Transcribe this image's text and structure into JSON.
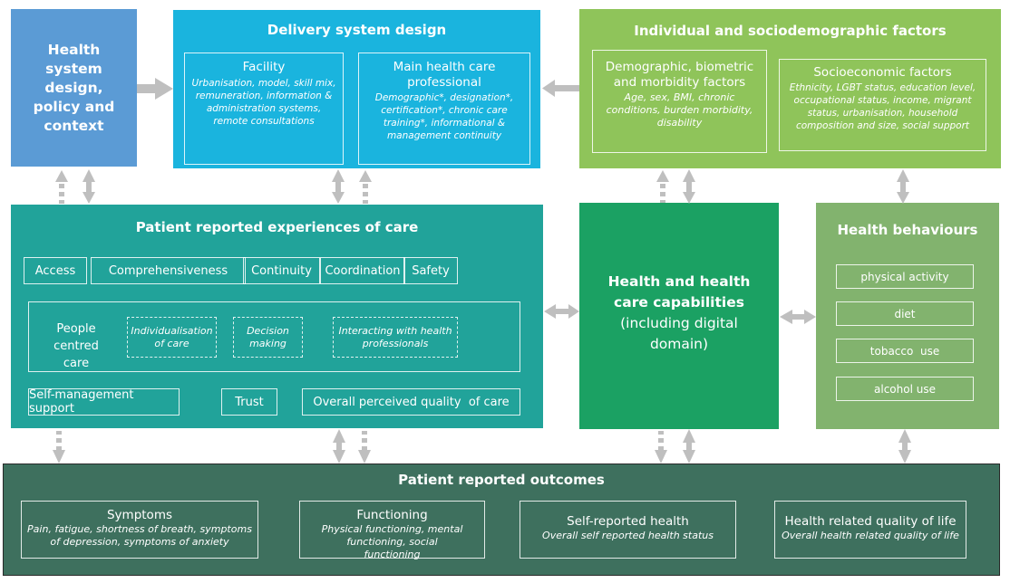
{
  "colors": {
    "health_system": "#5b9bd5",
    "delivery_system": "#1ab4de",
    "individual_factors": "#8fc45a",
    "experiences": "#21a39a",
    "capabilities": "#1ba163",
    "behaviours": "#82b36e",
    "outcomes": "#3e705e",
    "arrow": "#bfbfbf"
  },
  "health_system": {
    "title": "Health system design, policy and context"
  },
  "delivery_system": {
    "title": "Delivery system design",
    "facility": {
      "heading": "Facility",
      "description": "Urbanisation, model, skill mix, remuneration, information & administration systems, remote consultations"
    },
    "professional": {
      "heading": "Main health care professional",
      "description": "Demographic*, designation*, certification*, chronic care training*, informational & management continuity"
    }
  },
  "individual_factors": {
    "title": "Individual and sociodemographic factors",
    "demographic": {
      "heading": "Demographic, biometric and morbidity factors",
      "description": "Age, sex, BMI, chronic conditions, burden morbidity, disability"
    },
    "socioeconomic": {
      "heading": "Socioeconomic factors",
      "description": "Ethnicity, LGBT status, education level, occupational status, income, migrant status, urbanisation, household composition and size, social support"
    }
  },
  "experiences": {
    "title": "Patient reported experiences of care",
    "row1": [
      "Access",
      "Comprehensiveness",
      "Continuity",
      "Coordination",
      "Safety"
    ],
    "people_centred": {
      "label": "People centred care",
      "items": [
        "Individualisation of care",
        "Decision making",
        "Interacting with health professionals"
      ]
    },
    "row3": [
      "Self-management support",
      "Trust",
      "Overall perceived quality  of care"
    ]
  },
  "capabilities": {
    "title_bold": "Health and health care capabilities",
    "title_normal": "(including digital domain)"
  },
  "behaviours": {
    "title": "Health behaviours",
    "items": [
      "physical activity",
      "diet",
      "tobacco  use",
      "alcohol use"
    ]
  },
  "outcomes": {
    "title": "Patient reported outcomes",
    "items": [
      {
        "heading": "Symptoms",
        "description": "Pain, fatigue, shortness of breath, symptoms of depression, symptoms of anxiety"
      },
      {
        "heading": "Functioning",
        "description": "Physical functioning, mental functioning, social functioning"
      },
      {
        "heading": "Self-reported health",
        "description": "Overall self reported health status"
      },
      {
        "heading": "Health related quality of life",
        "description": "Overall health related quality of life"
      }
    ]
  }
}
